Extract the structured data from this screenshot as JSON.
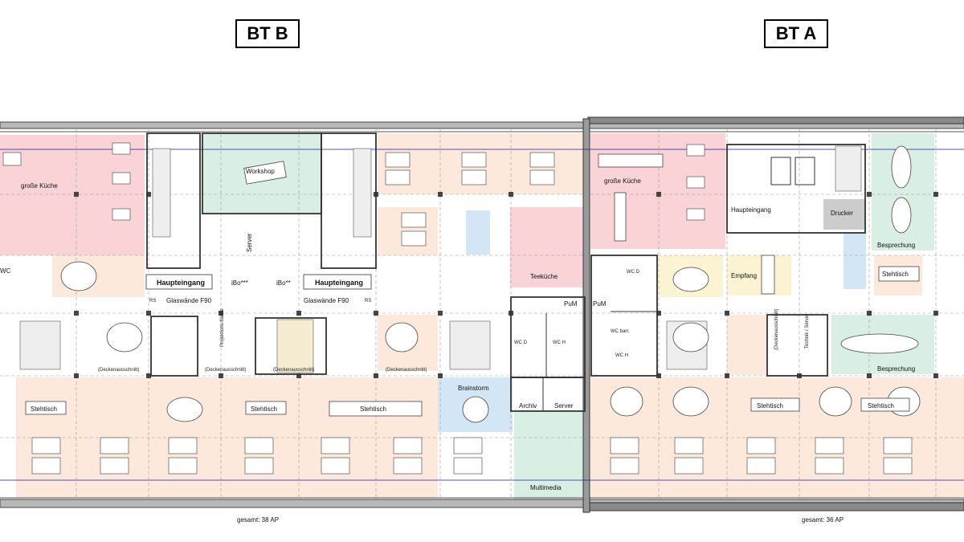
{
  "titles": {
    "left": "BT B",
    "right": "BT A"
  },
  "rooms_left": {
    "kitchen": "große Küche",
    "workshop": "Workshop",
    "entrance_1": "Haupteingang",
    "entrance_2": "Haupteingang",
    "ibo_1": "iBo***",
    "ibo_2": "iBo**",
    "glass_1": "Glaswände F90",
    "glass_2": "Glaswände F90",
    "server": "Server",
    "wc": "WC",
    "projection": "Projektions-fläche",
    "ceiling_1": "(Deckenausschnitt)",
    "ceiling_2": "(Deckenausschnitt)",
    "ceiling_3": "(Deckenausschnitt)",
    "standing_1": "Stehtisch",
    "standing_2": "Stehtisch",
    "standing_3": "Stehtisch",
    "rs_1": "RS",
    "rs_2": "RS",
    "total": "gesamt: 38 AP"
  },
  "rooms_middle": {
    "tea_kitchen": "Teeküche",
    "pum_1": "PuM",
    "pum_2": "PuM",
    "wc_d": "WC D",
    "wc_h": "WC H",
    "wc_d2": "WC D",
    "wc_barr": "WC barr.",
    "wc_h2": "WC H",
    "brainstorm": "Brainstorm",
    "archive": "Archiv",
    "server": "Server",
    "multimedia": "Multimedia",
    "ceiling": "(Deckenausschnitt)"
  },
  "rooms_right": {
    "kitchen": "große Küche",
    "entrance": "Haupteingang",
    "printer": "Drucker",
    "meeting_1": "Besprechung",
    "meeting_2": "Besprechung",
    "reception": "Empfang",
    "standing_1": "Stehtisch",
    "standing_2": "Stehtisch",
    "standing_3": "Stehtisch",
    "ceiling_side": "(Deckenausschnitt)",
    "tech": "Technik / Server",
    "total": "gesamt: 36 AP"
  },
  "colors": {
    "kitchen": "#f9d3d6",
    "green": "#d9efe3",
    "office": "#fce9dc",
    "blue": "#d3e6f6",
    "yellow": "#fbf3d2",
    "wall": "#555555",
    "gridline": "#1a1aa8"
  }
}
